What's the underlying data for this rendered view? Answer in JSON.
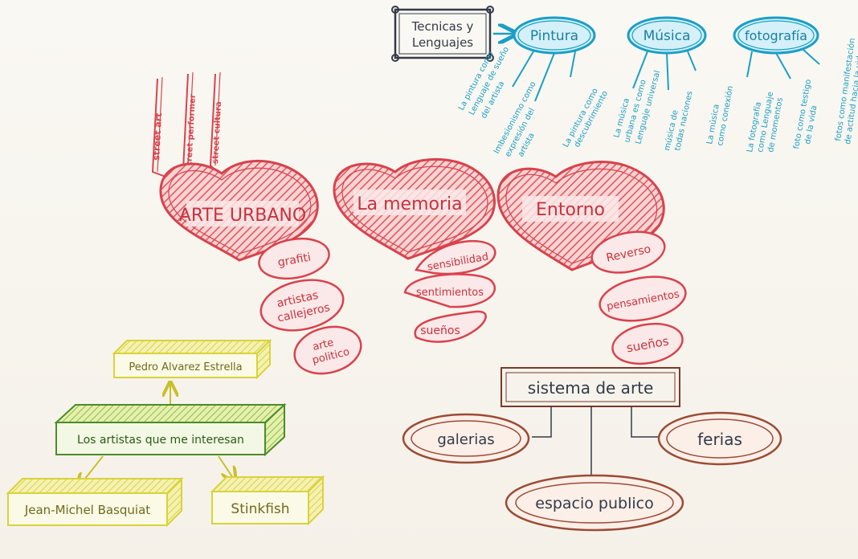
{
  "colors": {
    "paper": "#f7f4ee",
    "red": "#d9424c",
    "red_fill": "#f3a9ab",
    "blue": "#1a9fc6",
    "blue_fill": "#bde7f3",
    "brown": "#9b4b34",
    "green": "#4c8b2a",
    "yellow": "#d9d23a",
    "dark": "#333a48"
  },
  "techniques": {
    "title_line1": "Tecnicas y",
    "title_line2": "Lenguajes",
    "pintura": {
      "label": "Pintura",
      "notes": [
        [
          "La pintura como",
          "Lenguaje de sueño",
          "del artista"
        ],
        [
          "Imbesionismo como",
          "expresión del",
          "artista"
        ],
        [
          "La pintura como",
          "descubrimiento"
        ]
      ]
    },
    "musica": {
      "label": "Música",
      "notes": [
        [
          "La música",
          "urbana es como",
          "Lenguaje universal"
        ],
        [
          "música de",
          "todas naciones"
        ],
        [
          "La música",
          "como conexión"
        ]
      ]
    },
    "fotografia": {
      "label": "fotografía",
      "notes": [
        [
          "La fotografía",
          "como Lenguaje",
          "de momentos"
        ],
        [
          "foto como testigo",
          "de la vida"
        ],
        [
          "fotos como manifestación",
          "de actitud hacia la vida"
        ]
      ]
    }
  },
  "hearts": {
    "arte_urbano": {
      "label": "ARTE URBANO",
      "tags": [
        "street art",
        "street performer",
        "street cultura"
      ],
      "bubbles": [
        [
          "grafiti"
        ],
        [
          "artistas",
          "callejeros"
        ],
        [
          "arte",
          "politico"
        ]
      ]
    },
    "memoria": {
      "label": "La memoria",
      "bubbles": [
        [
          "sensibilidad"
        ],
        [
          "sentimientos"
        ],
        [
          "sueños"
        ]
      ]
    },
    "entorno": {
      "label": "Entorno",
      "bubbles": [
        [
          "Reverso"
        ],
        [
          "pensamientos"
        ],
        [
          "sueños"
        ]
      ]
    }
  },
  "sistema": {
    "title": "sistema de arte",
    "items": [
      "galerias",
      "espacio publico",
      "ferias"
    ]
  },
  "artistas": {
    "main": "Los artistas que me interesan",
    "items": [
      "Pedro Alvarez Estrella",
      "Jean-Michel Basquiat",
      "Stinkfish"
    ]
  }
}
